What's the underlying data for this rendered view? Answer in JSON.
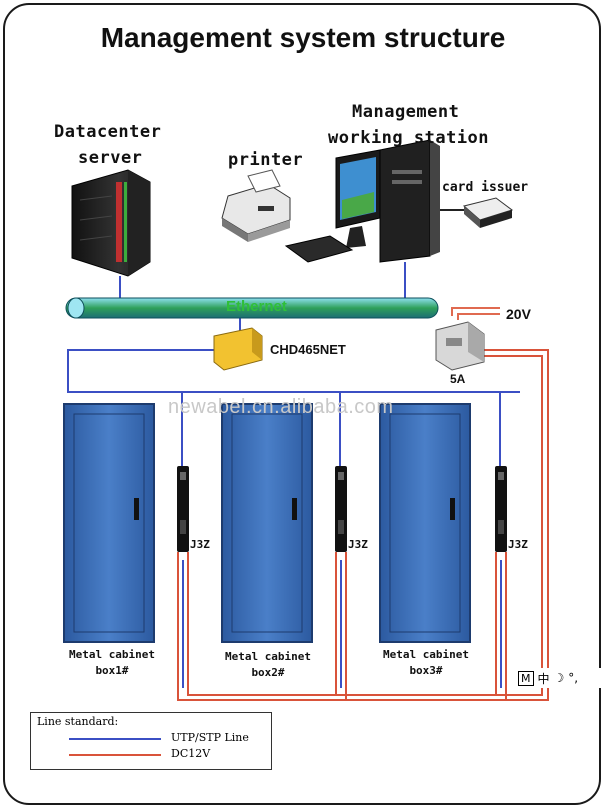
{
  "title": "Management system structure",
  "nodes": {
    "datacenter_server": {
      "line1": "Datacenter",
      "line2": "server"
    },
    "printer": "printer",
    "workstation": {
      "line1": "Management",
      "line2": "working station"
    },
    "card_issuer": "card issuer",
    "ethernet": "Ethernet",
    "converter": "CHD465NET",
    "power_voltage": "20V",
    "power_current": "5A",
    "lock_label": "J3Z",
    "cabinets": [
      {
        "line1": "Metal cabinet",
        "line2": "box1#"
      },
      {
        "line1": "Metal cabinet",
        "line2": "box2#"
      },
      {
        "line1": "Metal cabinet",
        "line2": "box3#"
      }
    ]
  },
  "legend": {
    "title": "Line standard:",
    "items": [
      {
        "label": "UTP/STP Line",
        "color": "#3b4fc4"
      },
      {
        "label": "DC12V",
        "color": "#d9533a"
      }
    ]
  },
  "watermark": "newabel.cn.alibaba.com",
  "ime_bar": {
    "m": "M",
    "zh": "中",
    "moon": "☽",
    "deg": "°,"
  },
  "colors": {
    "blue_line": "#3b4fc4",
    "red_line": "#d9533a",
    "cabinet": "#3a6fb8",
    "ethernet": "#2fa05a",
    "converter": "#f2c230"
  }
}
